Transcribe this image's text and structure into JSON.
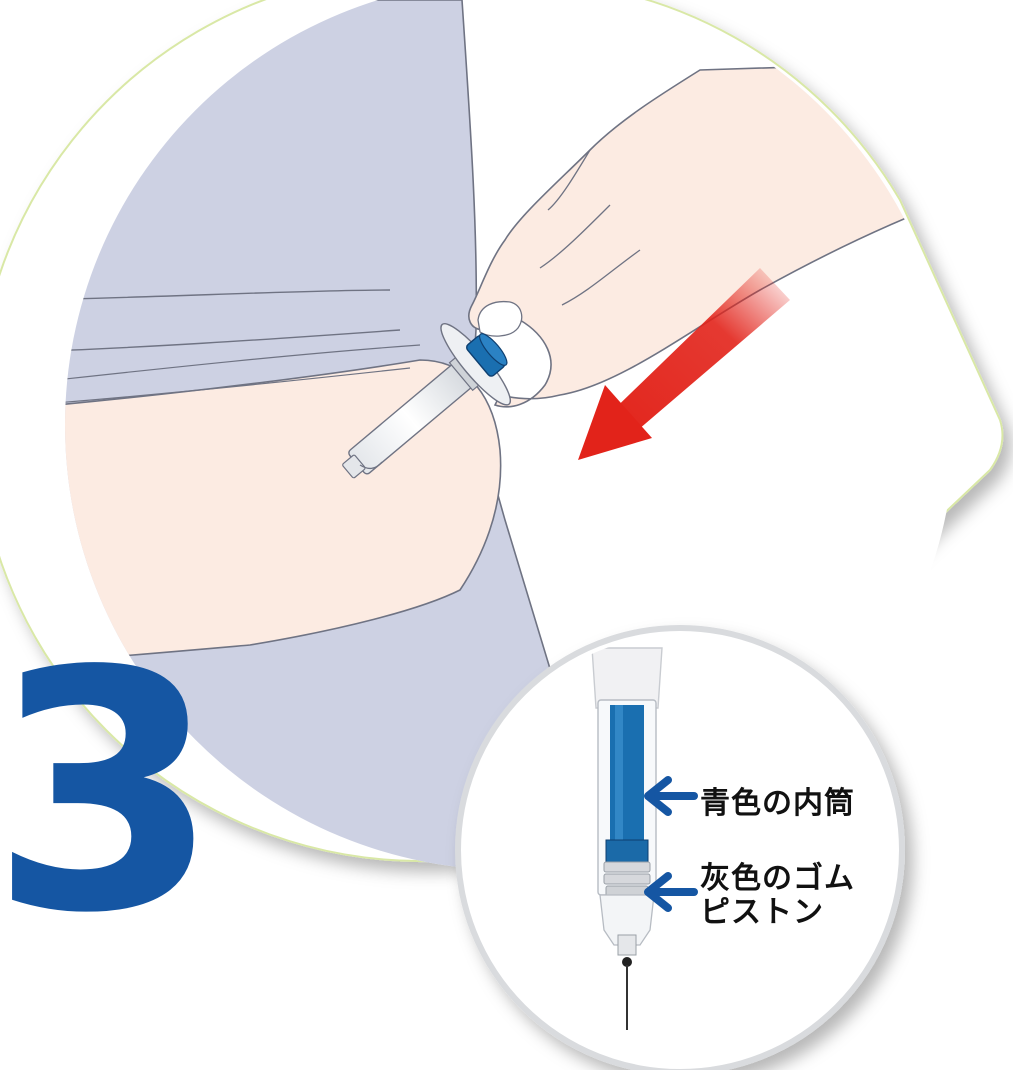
{
  "step_number": "3",
  "labels": {
    "inner_tube": "青色の内筒",
    "piston_line1": "灰色のゴム",
    "piston_line2": "ピストン"
  },
  "colors": {
    "step_number": "#1556a3",
    "plunger_blue": "#1a6fb0",
    "label_arrow": "#1556a3",
    "pointer_arrow": "#e2231a",
    "skin": "#fcebe2",
    "shirt": "#cdd1e3",
    "circle_border": "#b8d44a"
  },
  "icons": {
    "pointer_arrow": "arrow-down-left-icon",
    "label_arrow": "arrow-left-icon"
  }
}
